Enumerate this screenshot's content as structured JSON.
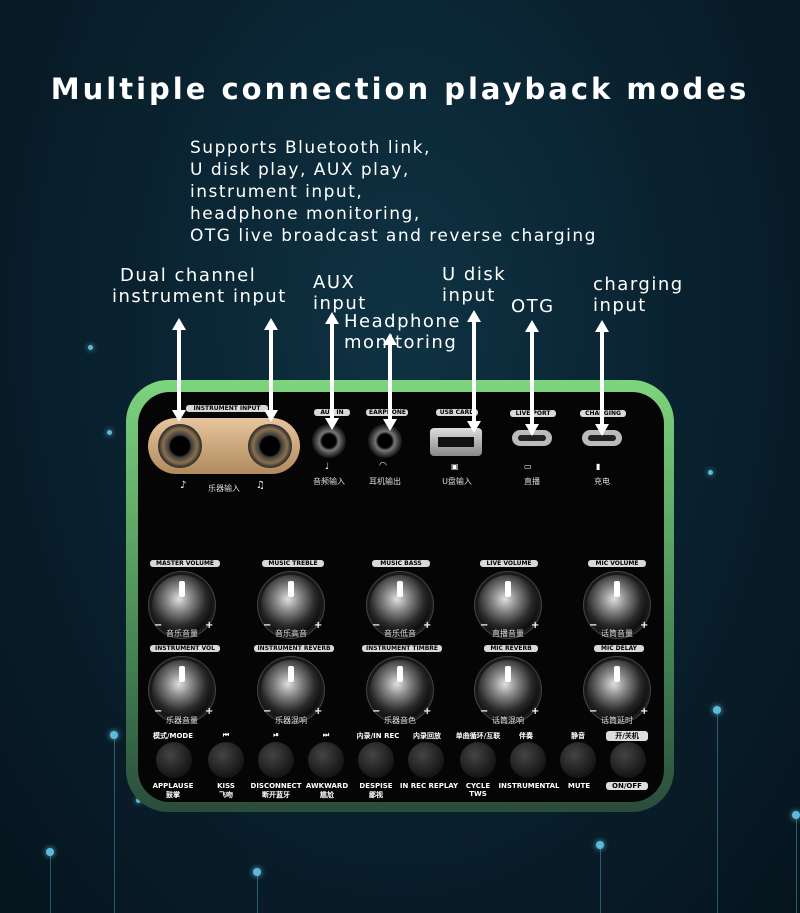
{
  "headline": "Multiple connection playback modes",
  "description": [
    "Supports Bluetooth link,",
    "U disk play, AUX play,",
    "instrument input,",
    "headphone monitoring,",
    "OTG live broadcast and reverse charging"
  ],
  "callouts": {
    "dual_l1": "Dual channel",
    "dual_l2": "instrument input",
    "aux_l1": "AUX",
    "aux_l2": "input",
    "hp_l1": "Headphone",
    "hp_l2": "monitoring",
    "udisk_l1": "U disk",
    "udisk_l2": "input",
    "otg": "OTG",
    "charge_l1": "charging",
    "charge_l2": "input"
  },
  "ports": {
    "instrument_tag": "INSTRUMENT INPUT",
    "instrument_cn": "乐器输入",
    "aux_tag": "AUX IN",
    "aux_cn": "音频输入",
    "earphone_tag": "EARPHONE",
    "earphone_cn": "耳机输出",
    "usb_tag": "USB CARD",
    "usb_cn": "U盘输入",
    "live_tag": "LIVE PORT",
    "live_cn": "直播",
    "charging_tag": "CHARGING",
    "charging_cn": "充电"
  },
  "knobs_row1": [
    {
      "tag": "MASTER VOLUME",
      "cn": "音乐音量"
    },
    {
      "tag": "MUSIC TREBLE",
      "cn": "音乐高音"
    },
    {
      "tag": "MUSIC BASS",
      "cn": "音乐低音"
    },
    {
      "tag": "LIVE VOLUME",
      "cn": "直播音量"
    },
    {
      "tag": "MIC VOLUME",
      "cn": "话筒音量"
    }
  ],
  "knobs_row2": [
    {
      "tag": "INSTRUMENT VOL",
      "cn": "乐器音量"
    },
    {
      "tag": "INSTRUMENT REVERB",
      "cn": "乐器混响"
    },
    {
      "tag": "INSTRUMENT TIMBRE",
      "cn": "乐器音色"
    },
    {
      "tag": "MIC REVERB",
      "cn": "话筒混响"
    },
    {
      "tag": "MIC DELAY",
      "cn": "话筒延时"
    }
  ],
  "buttons_top": [
    "模式/MODE",
    "⏮",
    "⏯",
    "⏭",
    "内录/IN REC",
    "内录回放",
    "单曲循环/互联",
    "伴奏",
    "静音",
    "开/关机"
  ],
  "buttons_bottom": [
    {
      "l1": "APPLAUSE",
      "l2": "鼓掌"
    },
    {
      "l1": "KISS",
      "l2": "飞吻"
    },
    {
      "l1": "DISCONNECT",
      "l2": "断开蓝牙"
    },
    {
      "l1": "AWKWARD",
      "l2": "尴尬"
    },
    {
      "l1": "DESPISE",
      "l2": "鄙视"
    },
    {
      "l1": "IN REC REPLAY",
      "l2": ""
    },
    {
      "l1": "CYCLE",
      "l2": "TWS"
    },
    {
      "l1": "INSTRUMENTAL",
      "l2": ""
    },
    {
      "l1": "MUTE",
      "l2": ""
    },
    {
      "l1": "ON/OFF",
      "l2": ""
    }
  ],
  "accent_colors": {
    "background": "#0a2331",
    "device_edge": "#7ed47e",
    "glow_dot": "#5fb9d8"
  }
}
